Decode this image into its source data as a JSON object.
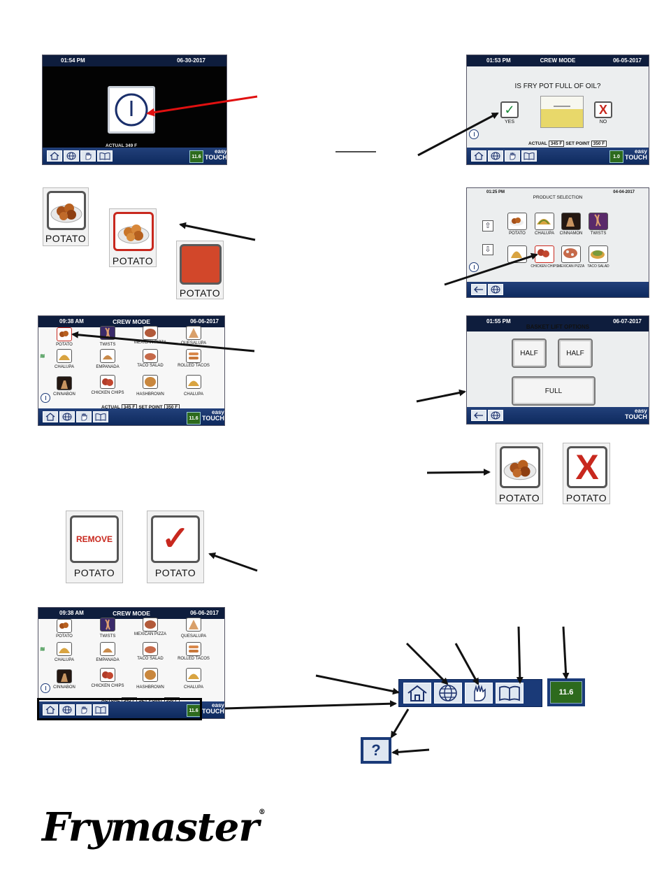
{
  "screen_power": {
    "time": "01:54 PM",
    "date": "06-30-2017",
    "actual_label": "ACTUAL",
    "actual_value": "349 F",
    "version": "11.6",
    "brand_top": "easy",
    "brand_bottom": "TOUCH"
  },
  "screen_oil": {
    "time": "01:53 PM",
    "mode": "CREW MODE",
    "date": "06-05-2017",
    "question": "IS FRY POT FULL OF OIL?",
    "yes": "YES",
    "no": "NO",
    "actual_label": "ACTUAL",
    "actual_value": "345 F",
    "setpoint_label": "SET POINT",
    "setpoint_value": "350 F",
    "version": "1.0",
    "brand_top": "easy",
    "brand_bottom": "TOUCH"
  },
  "potato_states": [
    "POTATO",
    "POTATO",
    "POTATO"
  ],
  "screen_product": {
    "time": "01:25 PM",
    "title": "PRODUCT SELECTION",
    "date": "04-04-2017",
    "items": [
      "POTATO",
      "CHALUPA",
      "CINNAMON",
      "TWISTS",
      "",
      "CHICKEN CHIPS",
      "MEXICAN PIZZA",
      "TACO SALAD"
    ]
  },
  "screen_crew": {
    "time": "09:38 AM",
    "mode": "CREW MODE",
    "date": "06-06-2017",
    "items": [
      "POTATO",
      "TWISTS",
      "MEXICAN PIZZA",
      "QUESALUPA",
      "CHALUPA",
      "EMPANADA",
      "TACO SALAD",
      "ROLLED TACOS",
      "CINNABON",
      "CHICKEN CHIPS",
      "HASHBROWN",
      "CHALUPA"
    ],
    "actual_label": "ACTUAL",
    "actual_value": "345 F",
    "setpoint_label": "SET POINT",
    "setpoint_value": "350 F",
    "version": "11.6",
    "brand_top": "easy",
    "brand_bottom": "TOUCH"
  },
  "screen_basket": {
    "time": "01:55 PM",
    "title": "BASKET LIFT OPTIONS",
    "date": "06-07-2017",
    "half_left": "HALF",
    "half_right": "HALF",
    "full": "FULL",
    "brand_top": "easy",
    "brand_bottom": "TOUCH"
  },
  "tiles_right": {
    "left": "POTATO",
    "right": "POTATO"
  },
  "tiles_remove": {
    "remove": "REMOVE",
    "left": "POTATO",
    "right": "POTATO"
  },
  "toolbar_zoom": {
    "version": "11.6",
    "help": "?"
  },
  "logo_text": "Frymaster",
  "colors": {
    "navy": "#0e2a5e",
    "green": "#2d6a1d",
    "red": "#c8281e",
    "arrow_red": "#e01010"
  }
}
